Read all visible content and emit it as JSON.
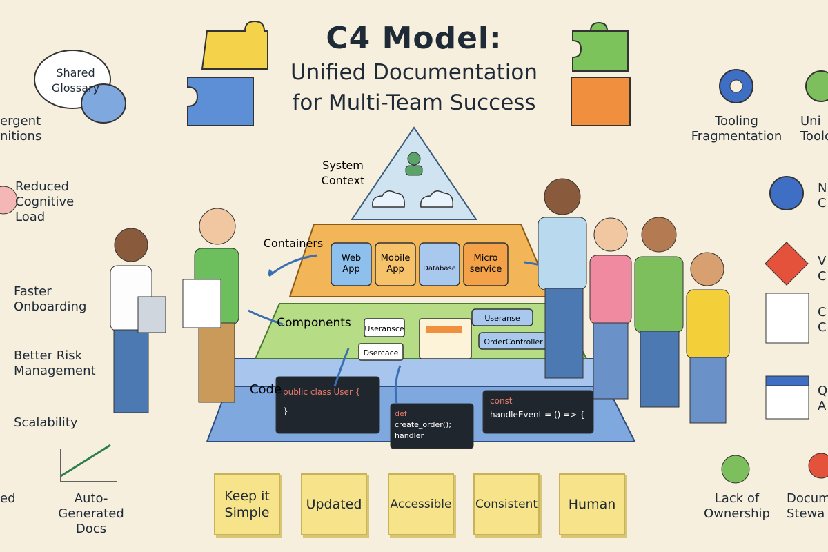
{
  "title": {
    "line1": "C4 Model:",
    "line2": "Unified Documentation",
    "line3": "for Multi-Team Success"
  },
  "pyramid": {
    "context_label": "System Context",
    "containers_label": "Containers",
    "components_label": "Components",
    "code_label": "Code",
    "containers": [
      "Web App",
      "Mobile App",
      "Database",
      "Micro service"
    ],
    "components": [
      "Useransce",
      "Dsercace",
      "Useranse",
      "OrderController"
    ],
    "code_snippets": [
      [
        "public class User {",
        "}"
      ],
      [
        "def",
        "create_order();",
        "handler"
      ],
      [
        "const",
        "handleEvent = () => {"
      ]
    ]
  },
  "left_labels": {
    "shared_glossary": "Shared Glossary",
    "divergent_definitions": [
      "ergent",
      "nitions"
    ],
    "reduced_load": [
      "Reduced",
      "Cognitive",
      "Load"
    ],
    "faster_onboarding": [
      "Faster",
      "Onboarding"
    ],
    "risk_management": [
      "Better Risk",
      "Management"
    ],
    "scalability": "Scalability",
    "partial_bottom": "ed",
    "auto_docs": [
      "Auto-Generated",
      "Docs"
    ]
  },
  "right_labels": {
    "tooling_fragmentation": [
      "Tooling",
      "Fragmentation"
    ],
    "unified_tooling": [
      "Uni",
      "Toolo"
    ],
    "partial_1": [
      "N",
      "C"
    ],
    "partial_2": [
      "V",
      "C"
    ],
    "partial_3": [
      "C",
      "C"
    ],
    "partial_4": [
      "Q",
      "A"
    ],
    "lack_ownership": [
      "Lack of",
      "Ownership"
    ],
    "doc_stewardship": [
      "Docum",
      "Stewa"
    ]
  },
  "principles": [
    "Keep it Simple",
    "Updated",
    "Accessible",
    "Consistent",
    "Human"
  ],
  "colors": {
    "background": "#f6efdd",
    "tier_context": "#cfe3f0",
    "tier_containers": "#f3b45a",
    "tier_components": "#bfe08f",
    "tier_code": "#8fb4e3",
    "note": "#f7e38a"
  }
}
